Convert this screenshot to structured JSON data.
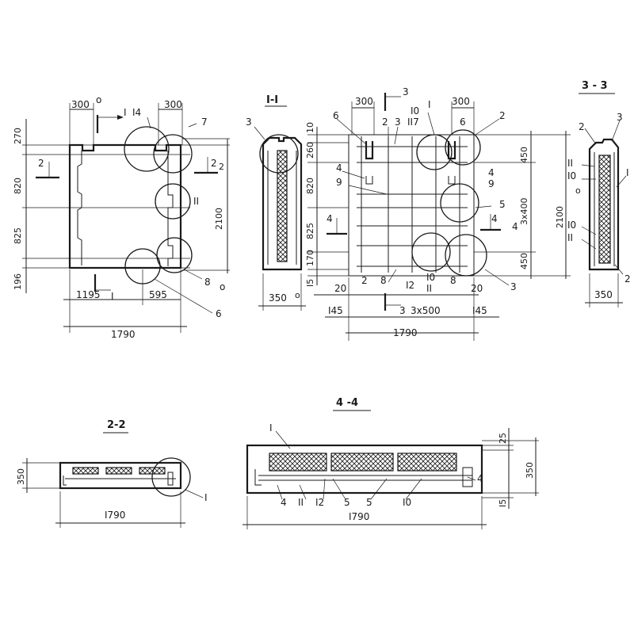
{
  "colors": {
    "ink": "#1a1a1a",
    "paper": "#ffffff"
  },
  "view_elevation": {
    "dims": {
      "d_300_left": "300",
      "d_300_right": "300",
      "d_270": "270",
      "d_820": "820",
      "d_825": "825",
      "d_196": "196",
      "d_2100": "2100",
      "d_1195": "1195",
      "d_595": "595",
      "d_1790": "1790",
      "sup_o": "o",
      "sup_o2": "o"
    },
    "marks": {
      "cut1_top": "I",
      "cut1_bottom": "I",
      "cut2_left": "2",
      "cut2_right": "2",
      "sup_2": "2"
    },
    "callouts": {
      "c14": "I4",
      "c7": "7",
      "c11": "II",
      "c8": "8",
      "c6": "6"
    }
  },
  "view_section_1_1": {
    "title": "I-I",
    "callouts": {
      "c3": "3"
    },
    "dims": {
      "d_350": "350",
      "sup_o": "o"
    }
  },
  "view_reinforcement": {
    "dims": {
      "d_300_left": "300",
      "d_300_right": "300",
      "d_10": "10",
      "d_260": "260",
      "d_820": "820",
      "d_825": "825",
      "d_170": "170",
      "d_15": "I5",
      "d_450_top": "450",
      "d_3x400": "3x400",
      "d_450_bottom": "450",
      "d_2100": "2100",
      "d_20_left": "20",
      "d_20_right": "20",
      "d_145_left": "I45",
      "d_145_right": "I45",
      "d_3x500": "3x500",
      "d_1790": "1790"
    },
    "marks": {
      "cut3_top": "3",
      "cut3_bottom": "3",
      "cut4_left": "4",
      "cut4_right": "4",
      "cut1": "I"
    },
    "callouts": {
      "c6": "6",
      "c2a": "2",
      "c3a": "3",
      "c10": "I0",
      "c117": "II7",
      "c6b": "6",
      "c2b": "2",
      "c4a": "4",
      "c9a": "9",
      "c4b": "4",
      "c9b": "9",
      "c5": "5",
      "c4c": "4",
      "c2c": "2",
      "c8a": "8",
      "c12": "I2",
      "c10b": "I0",
      "c11b": "II",
      "c8b": "8",
      "c3b": "3"
    }
  },
  "view_section_3_3": {
    "title": "3 - 3",
    "callouts": {
      "c2": "2",
      "c3": "3",
      "c11a": "II",
      "c10a": "I0",
      "o": "o",
      "c1": "I",
      "c10b": "I0",
      "c11b": "II",
      "c2b": "2"
    },
    "dims": {
      "d_350": "350"
    }
  },
  "view_section_2_2": {
    "title": "2-2",
    "dims": {
      "d_350": "350",
      "d_1790": "I790"
    },
    "callouts": {
      "c1": "I"
    }
  },
  "view_section_4_4": {
    "title": "4 -4",
    "dims": {
      "d_25": "25",
      "d_350": "350",
      "d_15": "I5",
      "d_1790": "I790"
    },
    "callouts": {
      "c1": "I",
      "c4a": "4",
      "c4b": "4",
      "c11": "II",
      "c12": "I2",
      "c5a": "5",
      "c5b": "5",
      "c10": "I0"
    }
  }
}
